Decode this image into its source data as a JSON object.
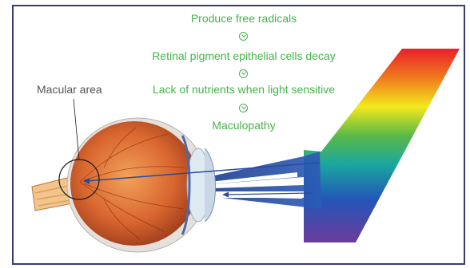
{
  "steps": [
    {
      "label": "Produce free radicals"
    },
    {
      "label": "Retinal pigment epithelial cells decay"
    },
    {
      "label": "Lack of nutrients when light sensitive"
    },
    {
      "label": "Maculopathy"
    }
  ],
  "macular_label": "Macular area",
  "icons": {
    "step_arrow": "chevron-down-circle-icon"
  },
  "colors": {
    "frame": "#3a3a73",
    "step_text": "#44b449",
    "label_text": "#555555",
    "beam": "#2a4a9c",
    "spectrum": [
      "#e8202a",
      "#f5a21b",
      "#f4e81c",
      "#58b947",
      "#1aa6a0",
      "#2356b7",
      "#6b3c9c"
    ]
  }
}
